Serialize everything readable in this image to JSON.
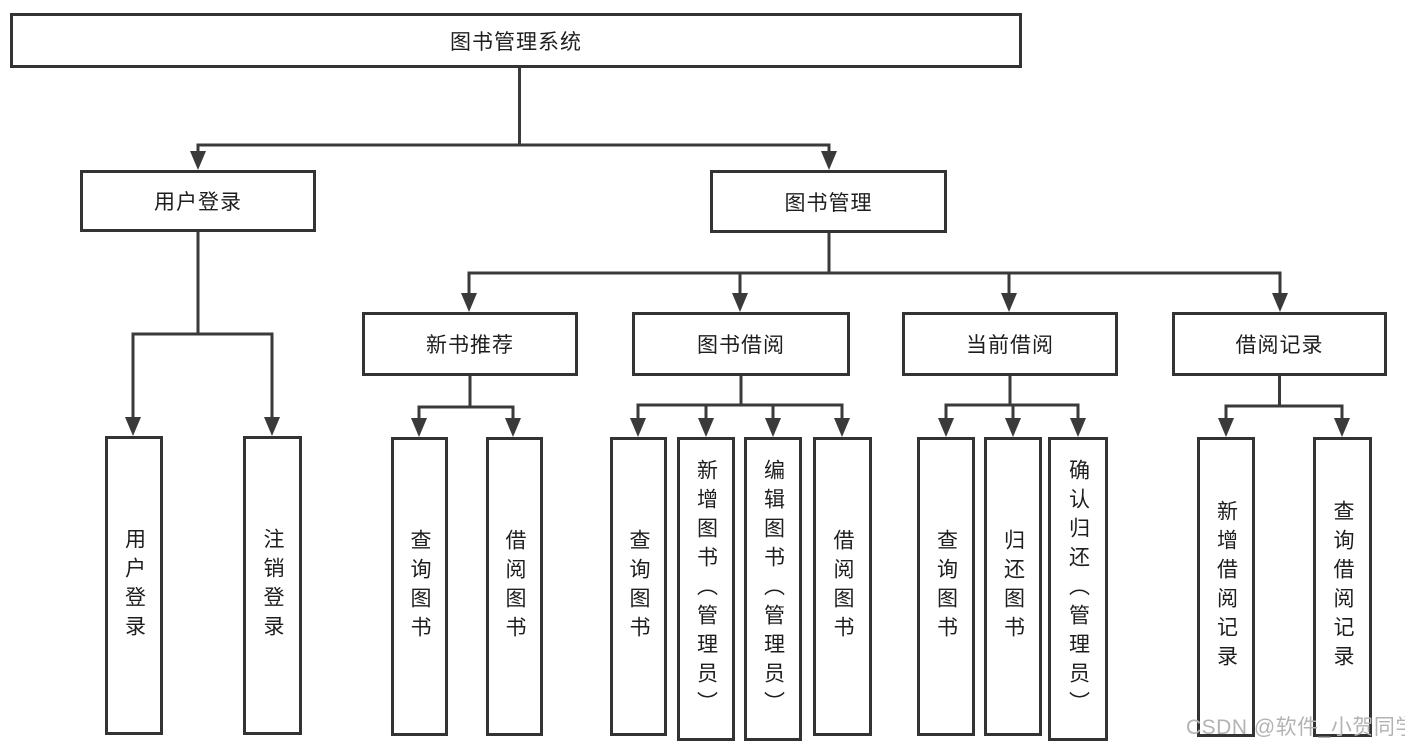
{
  "tree": {
    "label": "图书管理系统",
    "children": [
      {
        "label": "用户登录",
        "children": [
          {
            "label": "用户登录"
          },
          {
            "label": "注销登录"
          }
        ]
      },
      {
        "label": "图书管理",
        "children": [
          {
            "label": "新书推荐",
            "children": [
              {
                "label": "查询图书"
              },
              {
                "label": "借阅图书"
              }
            ]
          },
          {
            "label": "图书借阅",
            "children": [
              {
                "label": "查询图书"
              },
              {
                "label": "新增图书（管理员）"
              },
              {
                "label": "编辑图书（管理员）"
              },
              {
                "label": "借阅图书"
              }
            ]
          },
          {
            "label": "当前借阅",
            "children": [
              {
                "label": "查询图书"
              },
              {
                "label": "归还图书"
              },
              {
                "label": "确认归还（管理员）"
              }
            ]
          },
          {
            "label": "借阅记录",
            "children": [
              {
                "label": "新增借阅记录"
              },
              {
                "label": "查询借阅记录"
              }
            ]
          }
        ]
      }
    ]
  },
  "watermark": {
    "text": "CSDN @软件_小贺同学"
  },
  "colors": {
    "line": "#3a3a3a",
    "box_border": "#333333",
    "text": "#1e1e1e",
    "watermark": "#b3b3b3",
    "background": "#ffffff"
  }
}
